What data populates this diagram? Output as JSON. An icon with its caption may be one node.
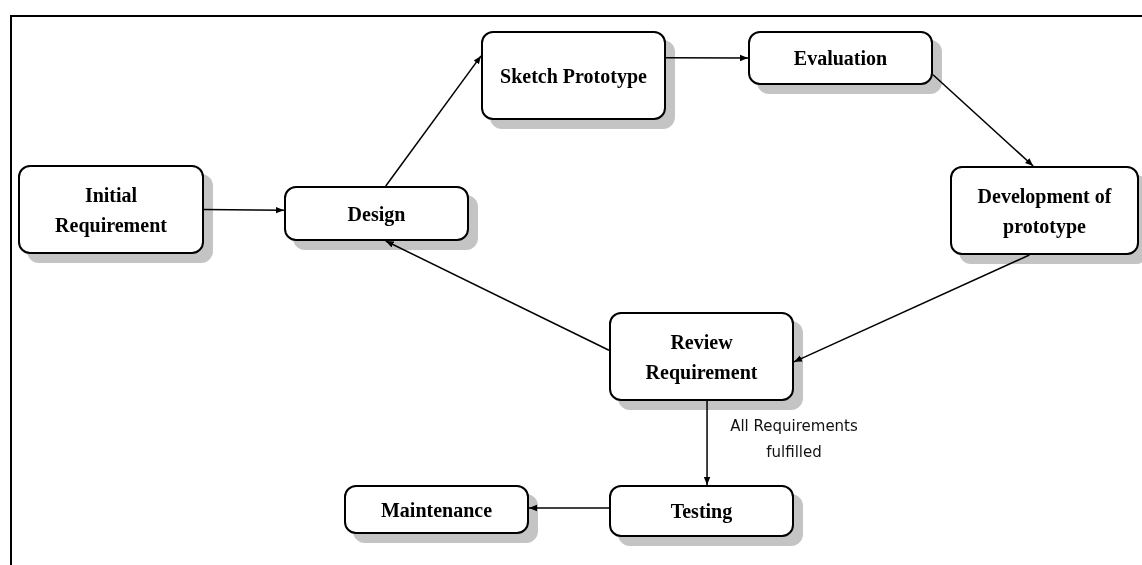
{
  "diagram": {
    "nodes": [
      {
        "text": [
          "Initial Requirement"
        ]
      },
      {
        "text": [
          "Design"
        ]
      },
      {
        "text": [
          "Sketch Prototype"
        ]
      },
      {
        "text": [
          "Evaluation"
        ]
      },
      {
        "text": [
          "Development of prototype"
        ]
      },
      {
        "text": [
          "Review Requirement"
        ]
      },
      {
        "text": [
          "Testing"
        ]
      },
      {
        "text": [
          "Maintenance"
        ]
      }
    ],
    "edges": [
      {
        "from": 0,
        "to": 1,
        "arrow": "to"
      },
      {
        "from": 1,
        "to": 2,
        "arrow": "to"
      },
      {
        "from": 2,
        "to": 3,
        "arrow": "to"
      },
      {
        "from": 3,
        "to": 4,
        "arrow": "to"
      },
      {
        "from": 4,
        "to": 5,
        "arrow": "to"
      },
      {
        "from": 5,
        "to": 1,
        "arrow": "to"
      },
      {
        "from": 5,
        "to": 6,
        "arrow": "to",
        "label": "All Requirements fulfilled"
      },
      {
        "from": 6,
        "to": 7,
        "arrow": "to"
      }
    ]
  }
}
